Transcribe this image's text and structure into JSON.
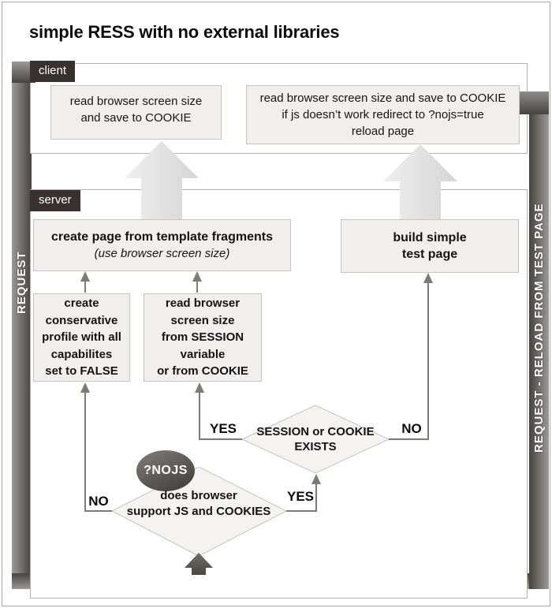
{
  "title": "simple RESS with no external libraries",
  "labels": {
    "client": "client",
    "server": "server"
  },
  "bars": {
    "left": "REQUEST",
    "right": "REQUEST - RELOAD FROM TEST PAGE"
  },
  "boxes": {
    "client_left": {
      "lines": [
        "read browser screen size",
        "and save to COOKIE"
      ]
    },
    "client_right": {
      "lines": [
        "read browser screen size and save to COOKIE",
        "if js doesn’t work redirect to ?nojs=true",
        "reload page"
      ]
    },
    "create_page": {
      "title": "create page from template fragments",
      "subtitle": "(use browser screen size)"
    },
    "build_test": {
      "lines": [
        "build simple",
        "test page"
      ]
    },
    "conservative_profile": {
      "lines": [
        "create",
        "conservative",
        "profile with all",
        "capabilites",
        "set to FALSE"
      ]
    },
    "read_session": {
      "lines": [
        "read browser",
        "screen size",
        "from SESSION",
        "variable",
        "or from COOKIE"
      ]
    }
  },
  "decisions": {
    "session_exists": {
      "lines": [
        "SESSION or COOKIE",
        "EXISTS"
      ]
    },
    "browser_support": {
      "lines": [
        "does browser",
        "support JS and COOKIES"
      ]
    }
  },
  "edge_labels": {
    "yes_left": "YES",
    "no_right": "NO",
    "no_left": "NO",
    "yes_right": "YES"
  },
  "nojs_badge": "?NOJS",
  "colors": {
    "band_dark": "#474340",
    "band_light": "#9c9997",
    "label_bg": "#37322f",
    "box_bg": "#f0efee",
    "box_border": "#c6c3c1",
    "region_border": "#b5b2b0",
    "diamond_fill": "#f4f3f2",
    "arrow_thin": "#7d7a78",
    "big_arrow_light": "#ededed",
    "big_arrow_dark": "#d5d5d5",
    "text": "#141414"
  }
}
